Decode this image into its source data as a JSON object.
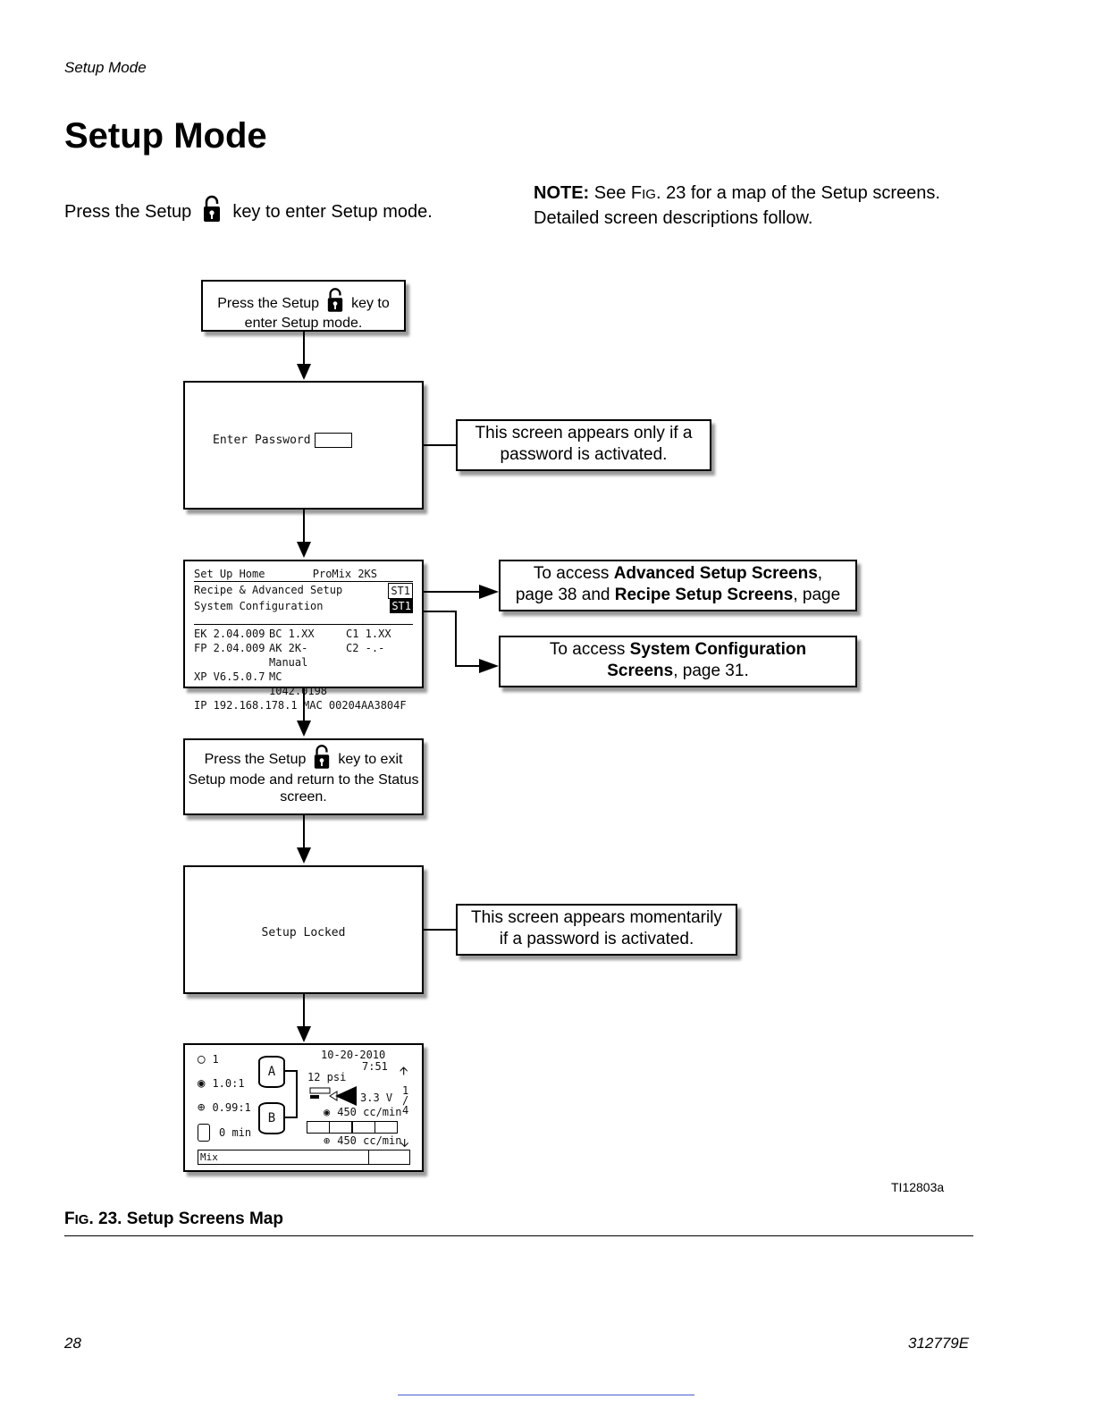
{
  "header": {
    "section": "Setup Mode"
  },
  "page_title": "Setup Mode",
  "intro": {
    "before": "Press the Setup",
    "after": "key to enter Setup mode.",
    "lock_icon": "setup-lock-key-icon"
  },
  "note": {
    "label": "NOTE:",
    "text1": " See F",
    "fig_small": "IG",
    "text2": ". 23 for a map of the Setup screens.",
    "line2": "Detailed screen descriptions follow."
  },
  "flow": {
    "start": {
      "before": "Press the Setup",
      "after": "key to",
      "line2": "enter Setup mode."
    },
    "password_screen": {
      "label": "Enter Password"
    },
    "password_callout": {
      "line1": "This screen appears only if a",
      "line2": "password is activated."
    },
    "home_screen": {
      "row1_left": "Set Up Home",
      "row1_right": "ProMix 2KS",
      "row2_left": "Recipe & Advanced Setup",
      "row2_badge": "ST1",
      "row3_left": "System Configuration",
      "row3_badge": "ST1",
      "versions": [
        [
          "EK 2.04.009",
          "BC 1.XX",
          "C1 1.XX"
        ],
        [
          "FP 2.04.009",
          "AK 2K-Manual",
          "C2 -.-"
        ],
        [
          "XP V6.5.0.7",
          "MC 1042.0198",
          ""
        ],
        [
          "IP 192.168.178.1",
          "MAC 00204AA3804F",
          ""
        ]
      ]
    },
    "advanced_callout": {
      "p1": "To access ",
      "b1": "Advanced Setup Screens",
      "p2": ",",
      "p3": "page 38 and ",
      "b2": "Recipe Setup Screens",
      "p4": ", page"
    },
    "system_callout": {
      "p1": "To access ",
      "b1": "System Configuration",
      "b2": "Screens",
      "p2": ", page 31."
    },
    "exit": {
      "before": "Press the Setup",
      "after": "key to exit",
      "line2": "Setup mode and return to the Status",
      "line3": "screen."
    },
    "locked_screen": {
      "label": "Setup Locked"
    },
    "locked_callout": {
      "line1": "This screen appears momentarily",
      "line2": "if a password is activated."
    },
    "status_screen": {
      "recipe": "1",
      "ratio_target": "1.0:1",
      "ratio_actual": "0.99:1",
      "pot_time": "0 min",
      "date": "10-20-2010",
      "time": "7:51",
      "pressure": "12 psi",
      "voltage": "3.3 V",
      "flow1": "450 cc/min",
      "flow2": "450 cc/min",
      "fraction_top": "1",
      "fraction_sep": "/",
      "fraction_bottom": "4",
      "tank_a": "A",
      "tank_b": "B",
      "mode": "Mix"
    }
  },
  "figure": {
    "id": "TI12803a",
    "caption_f": "F",
    "caption_ig": "IG",
    "caption_rest": ". 23. Setup Screens Map"
  },
  "footer": {
    "page": "28",
    "doc": "312779E"
  }
}
